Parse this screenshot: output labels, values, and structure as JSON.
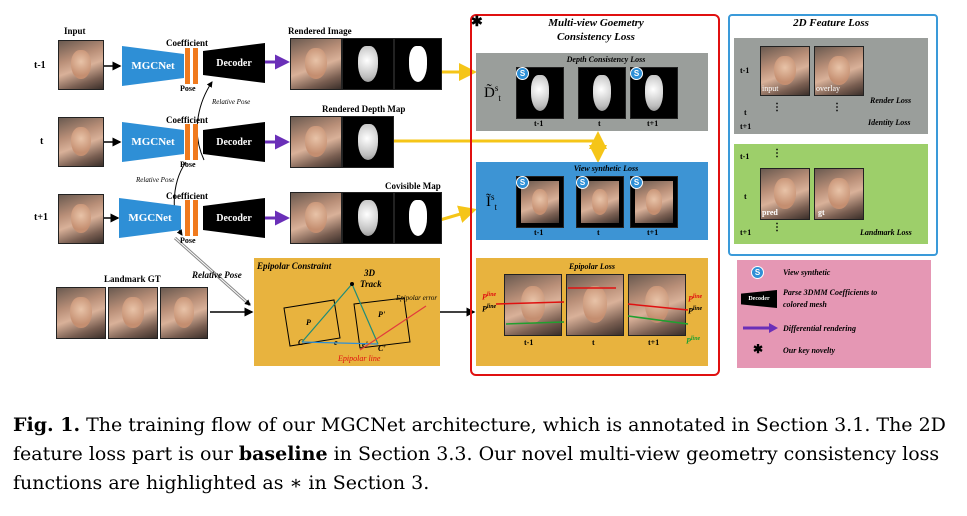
{
  "left": {
    "input_label": "Input",
    "coefficient_label": "Coefficient",
    "pose_label": "Pose",
    "relative_pose_label": "Relative Pose",
    "mgcnet_label": "MGCNet",
    "decoder_label": "Decoder",
    "row_labels": [
      "t-1",
      "t",
      "t+1"
    ],
    "rendered_image_label": "Rendered Image",
    "rendered_depth_label": "Rendered Depth Map",
    "covisible_label": "Covisible Map",
    "landmark_gt_label": "Landmark GT",
    "relative_pose_big": "Relative Pose"
  },
  "epipolar_constraint": {
    "title": "Epipolar Constraint",
    "track_label_1": "3D",
    "track_label_2": "Track",
    "p_label": "P",
    "p_prime_label": "P'",
    "c_label": "C",
    "c_prime_label": "C'",
    "e_label": "e",
    "e_prime_label": "e'",
    "epipolar_error": "Epipolar error",
    "epipolar_line": "Epipolar line"
  },
  "mvgc": {
    "title_1": "Multi-view Goemetry",
    "title_2": "Consistency Loss",
    "star": "✱",
    "depth_title": "Depth Consistency Loss",
    "depth_symbol": "D̃",
    "depth_sup": "s",
    "depth_sub": "t",
    "view_title": "View synthetic Loss",
    "view_symbol": "Ĩ",
    "view_sup": "s",
    "view_sub": "t",
    "epi_title": "Epipolar Loss",
    "frame_labels": [
      "t-1",
      "t",
      "t+1"
    ],
    "p_line": "P",
    "p_line_sup": "line",
    "s_badge": "S"
  },
  "feature_loss": {
    "title": "2D Feature Loss",
    "t_minus_1": "t-1",
    "t": "t",
    "t_plus_1": "t+1",
    "input_tag": "input",
    "overlay_tag": "overlay",
    "render_loss": "Render Loss",
    "identity_loss": "Identity Loss",
    "pred_tag": "pred",
    "gt_tag": "gt",
    "landmark_loss": "Landmark Loss",
    "dots": "⋮"
  },
  "legend": {
    "view_synthetic": "View synthetic",
    "decoder_tag": "Decoder",
    "decoder_desc_1": "Parse 3DMM Coefficients to",
    "decoder_desc_2": "colored mesh",
    "diff_render": "Differential rendering",
    "key_novelty": "Our key novelty",
    "star": "✱",
    "s_badge": "S"
  },
  "caption": {
    "fig": "Fig. 1.",
    "part1": " The training flow of our MGCNet architecture, which is annotated in Section 3.1. The 2D feature loss part is our ",
    "baseline": "baseline",
    "part2": " in Section 3.3. Our novel multi-view geometry consistency loss functions are highlighted as ∗ in Section 3."
  },
  "colors": {
    "mgcnet_blue": "#2e8fd6",
    "bar_orange": "#f07a1e",
    "arrow_purple": "#6a2fb8",
    "arrow_yellow": "#f5c518",
    "mvgc_red": "#e01010",
    "feature_blue": "#3a9ad9",
    "gray_panel": "#9a9e9b",
    "blue_panel": "#3d94d4",
    "gold_panel": "#e8b33e",
    "green_panel": "#9dcf6a",
    "pink_panel": "#e597b4"
  }
}
